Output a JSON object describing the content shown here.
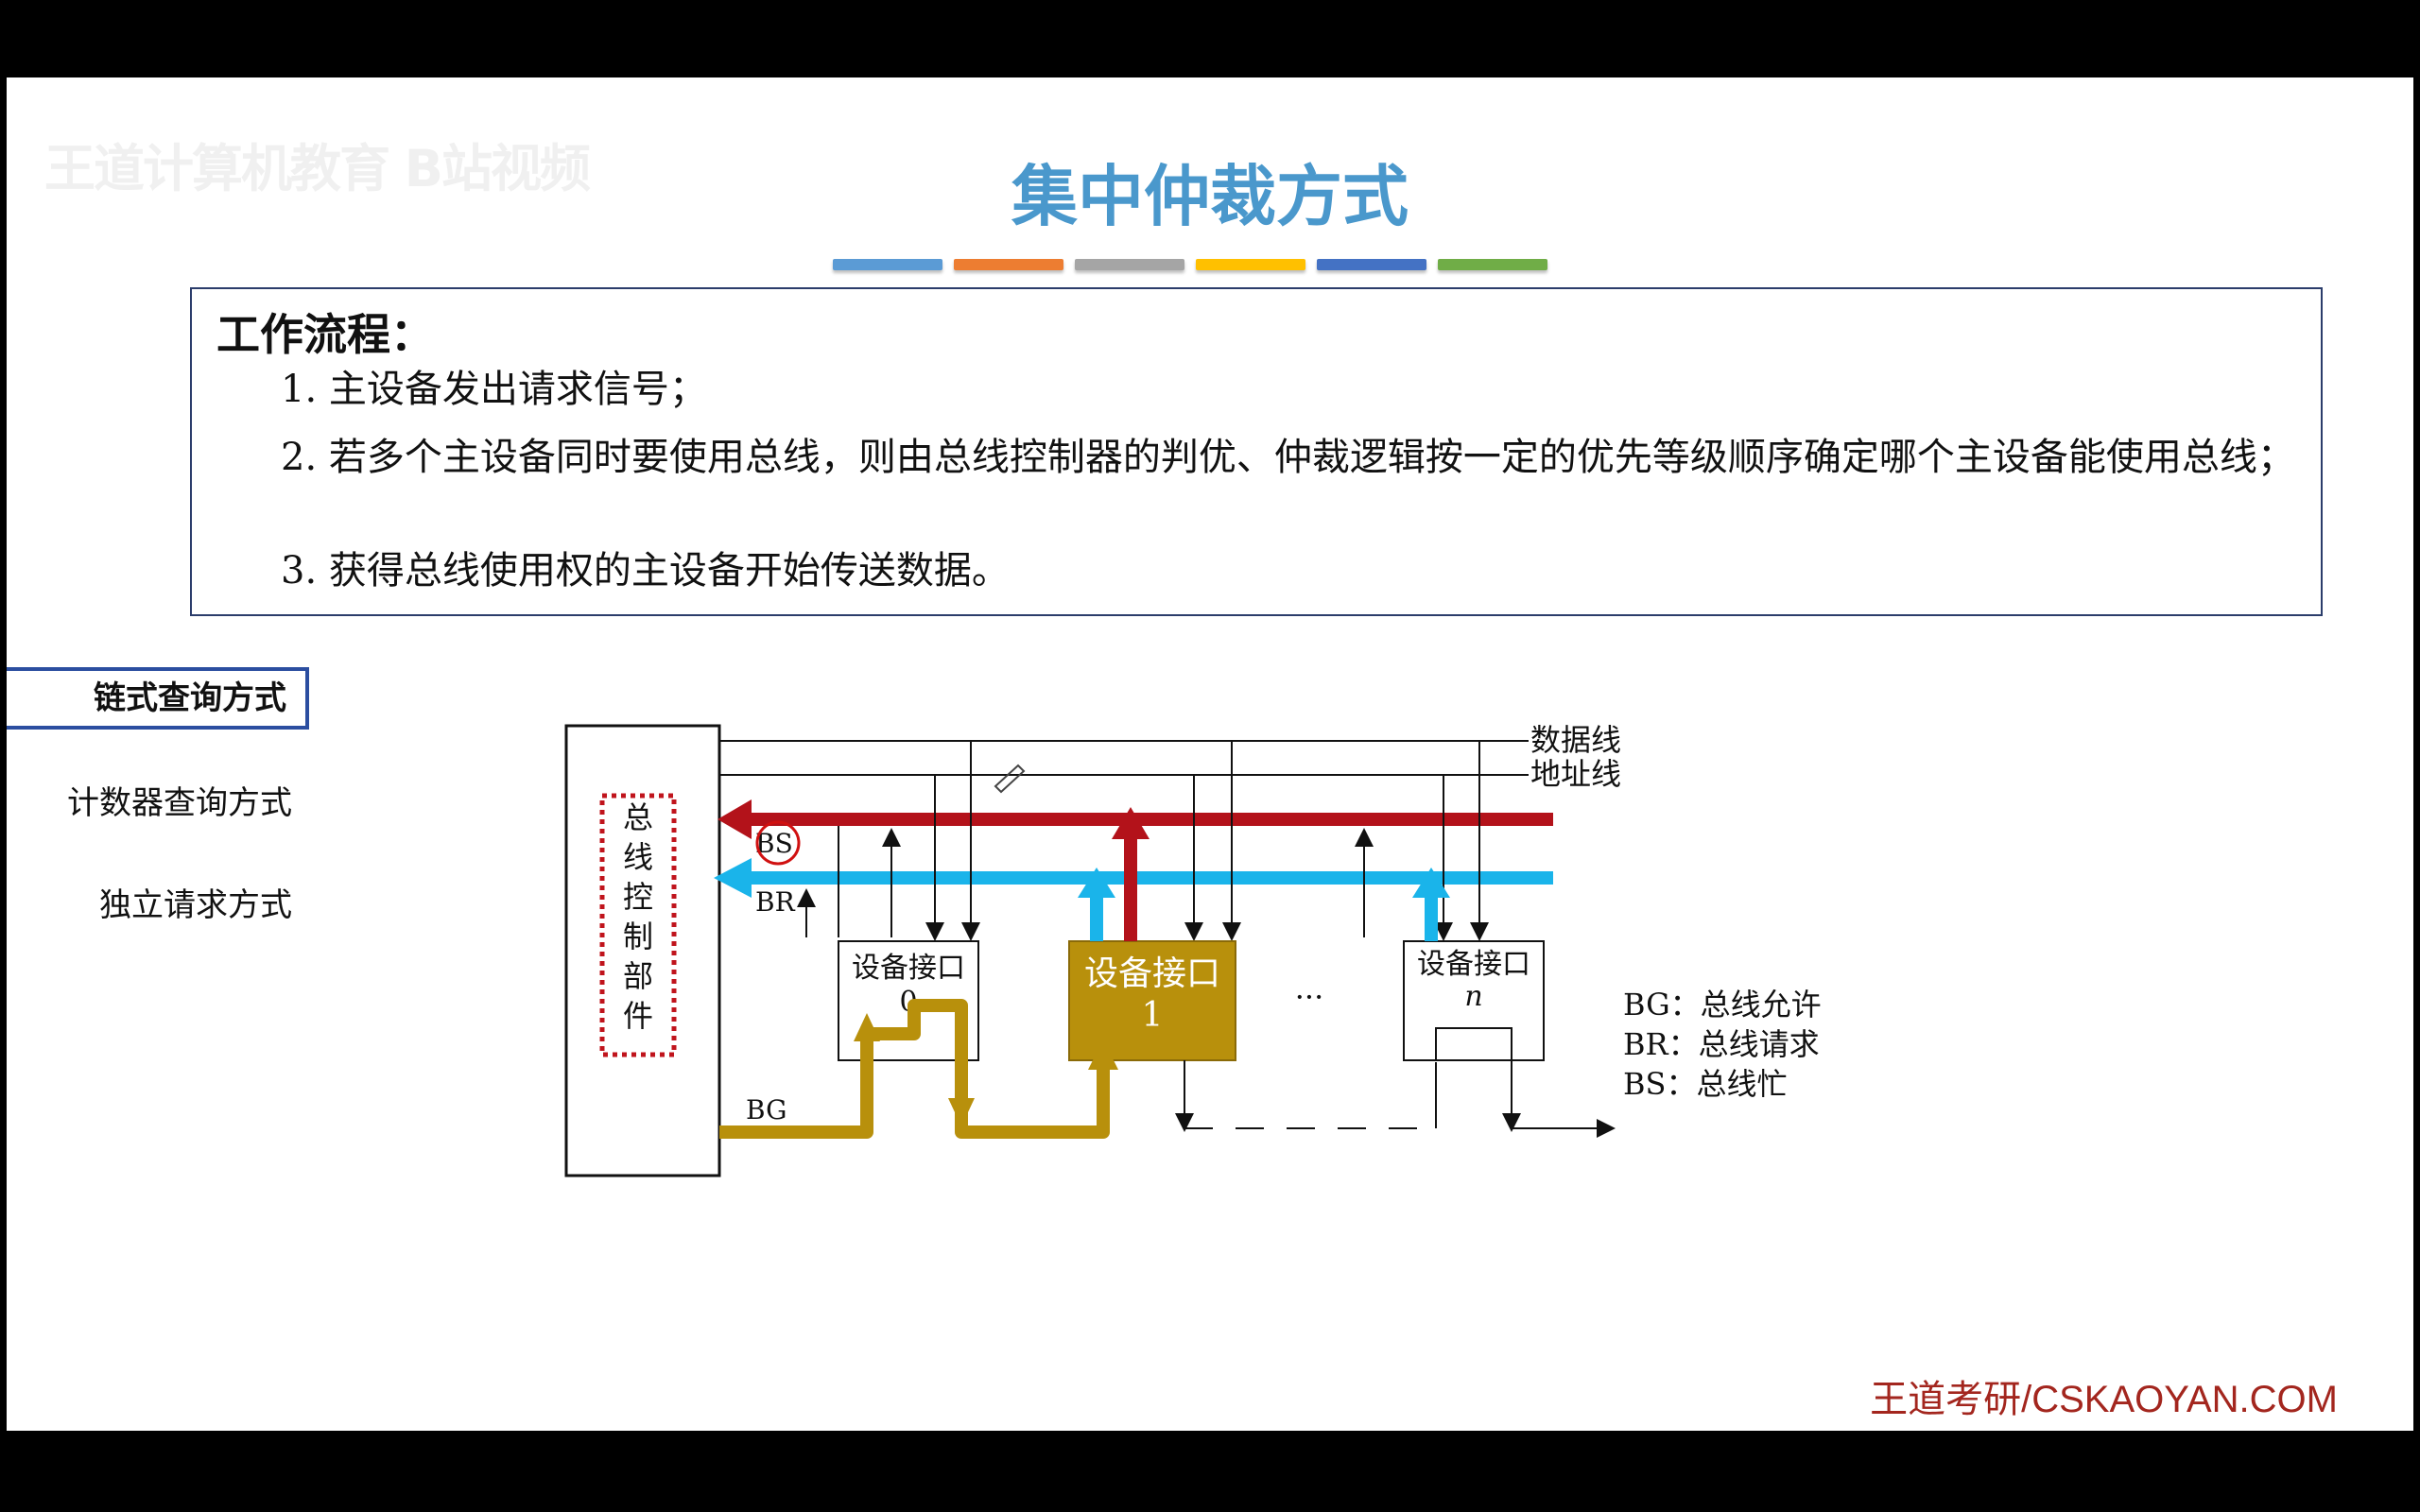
{
  "slide": {
    "watermark": "王道计算机教育 B站视频",
    "title": "集中仲裁方式",
    "color_bar": [
      "#5b9bd5",
      "#ed7d31",
      "#a5a5a5",
      "#ffc000",
      "#4472c4",
      "#70ad47"
    ],
    "process": {
      "heading": "工作流程：",
      "steps": [
        "1. 主设备发出请求信号；",
        "2. 若多个主设备同时要使用总线，则由总线控制器的判优、仲裁逻辑按一定的优先等级顺序确定哪个主设备能使用总线；",
        "3. 获得总线使用权的主设备开始传送数据。"
      ]
    },
    "sidebar": {
      "items": [
        {
          "label": "链式查询方式",
          "active": true
        },
        {
          "label": "计数器查询方式",
          "active": false
        },
        {
          "label": "独立请求方式",
          "active": false
        }
      ]
    },
    "diagram": {
      "controller_label": "总线控制部件",
      "data_line": "数据线",
      "address_line": "地址线",
      "bs": "BS",
      "br": "BR",
      "bg": "BG",
      "device0": {
        "label": "设备接口",
        "index": "0"
      },
      "device1": {
        "label": "设备接口",
        "index": "1"
      },
      "devicen": {
        "label": "设备接口",
        "index": "n"
      },
      "ellipsis": "···",
      "legend": [
        "BG：总线允许",
        "BR：总线请求",
        "BS：总线忙"
      ],
      "colors": {
        "bs_bus": "#b3121a",
        "br_bus": "#1ab4ea",
        "bg_chain": "#b8900c",
        "device1_fill": "#b8900c",
        "controller_border": "#c0141c"
      }
    },
    "footer_brand": "王道考研/CSKAOYAN.COM"
  }
}
